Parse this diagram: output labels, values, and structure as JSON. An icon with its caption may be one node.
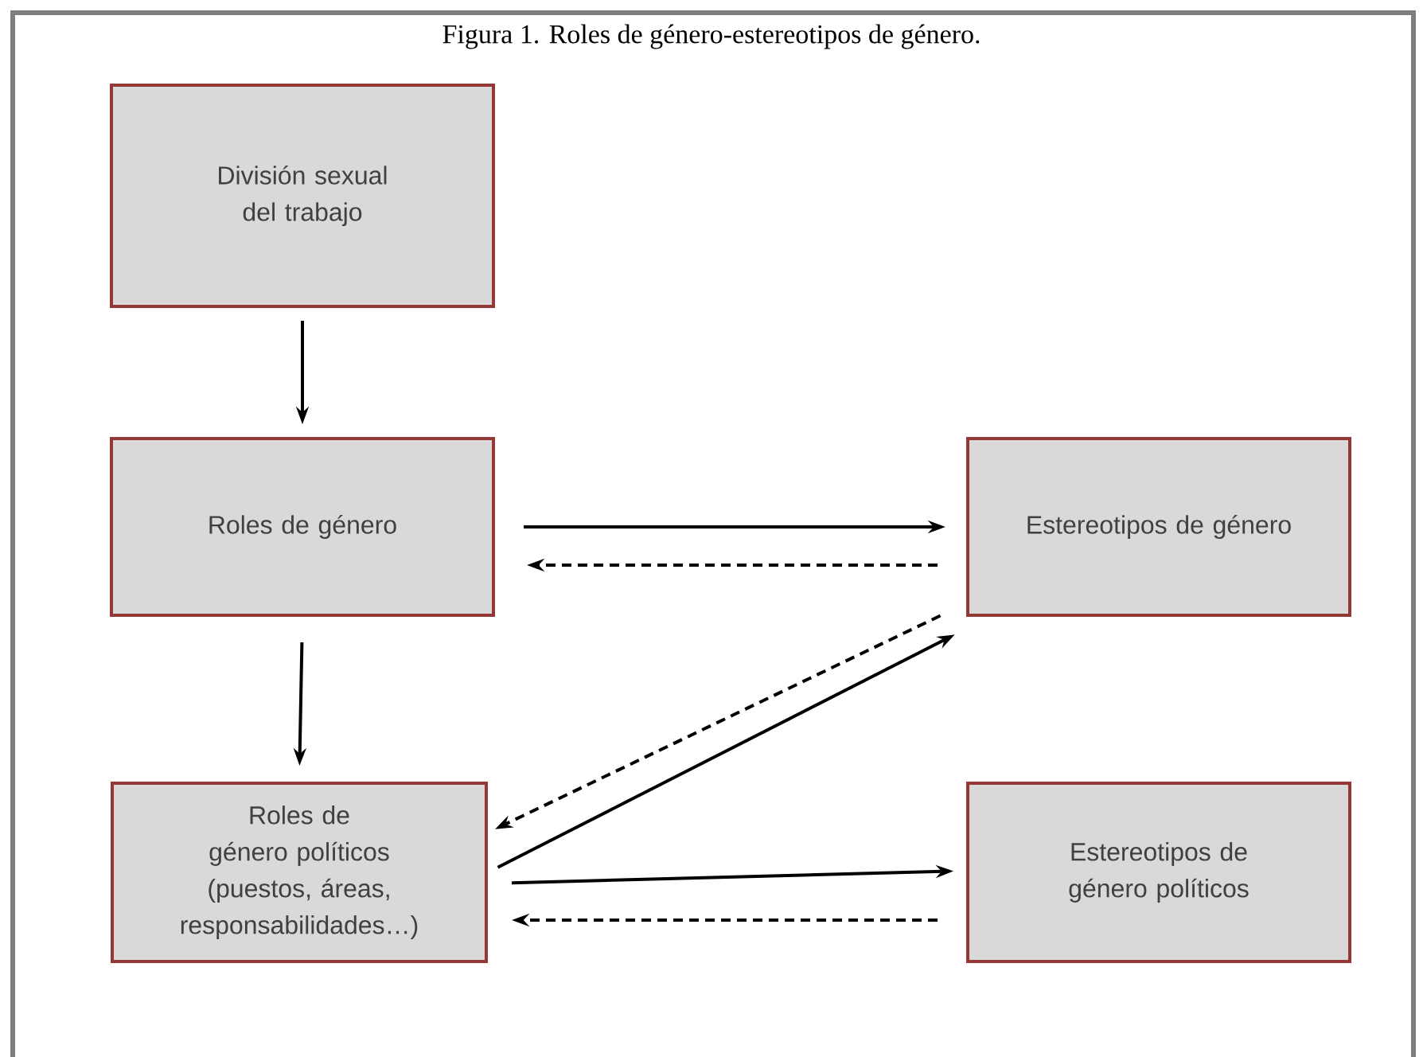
{
  "diagram": {
    "title": "Figura 1. Roles de género-estereotipos de género.",
    "nodes": [
      {
        "text": [
          "División sexual del trabajo"
        ]
      },
      {
        "text": [
          "Roles de género"
        ]
      },
      {
        "text": [
          "Estereotipos de género"
        ]
      },
      {
        "text": [
          "Roles de género políticos (puestos, áreas, responsabilidades…)"
        ]
      },
      {
        "text": [
          "Estereotipos de género políticos"
        ]
      }
    ],
    "edges": [
      {
        "from": 0,
        "to": 1,
        "arrow": "to"
      },
      {
        "from": 1,
        "to": 3,
        "arrow": "to"
      },
      {
        "from": 1,
        "to": 2,
        "arrow": "to"
      },
      {
        "from": 2,
        "to": 1,
        "arrow": "to",
        "style": "dashed"
      },
      {
        "from": 2,
        "to": 3,
        "arrow": "to",
        "style": "dashed"
      },
      {
        "from": 3,
        "to": 2,
        "arrow": "to"
      },
      {
        "from": 3,
        "to": 4,
        "arrow": "to"
      },
      {
        "from": 4,
        "to": 3,
        "arrow": "to",
        "style": "dashed"
      }
    ]
  }
}
